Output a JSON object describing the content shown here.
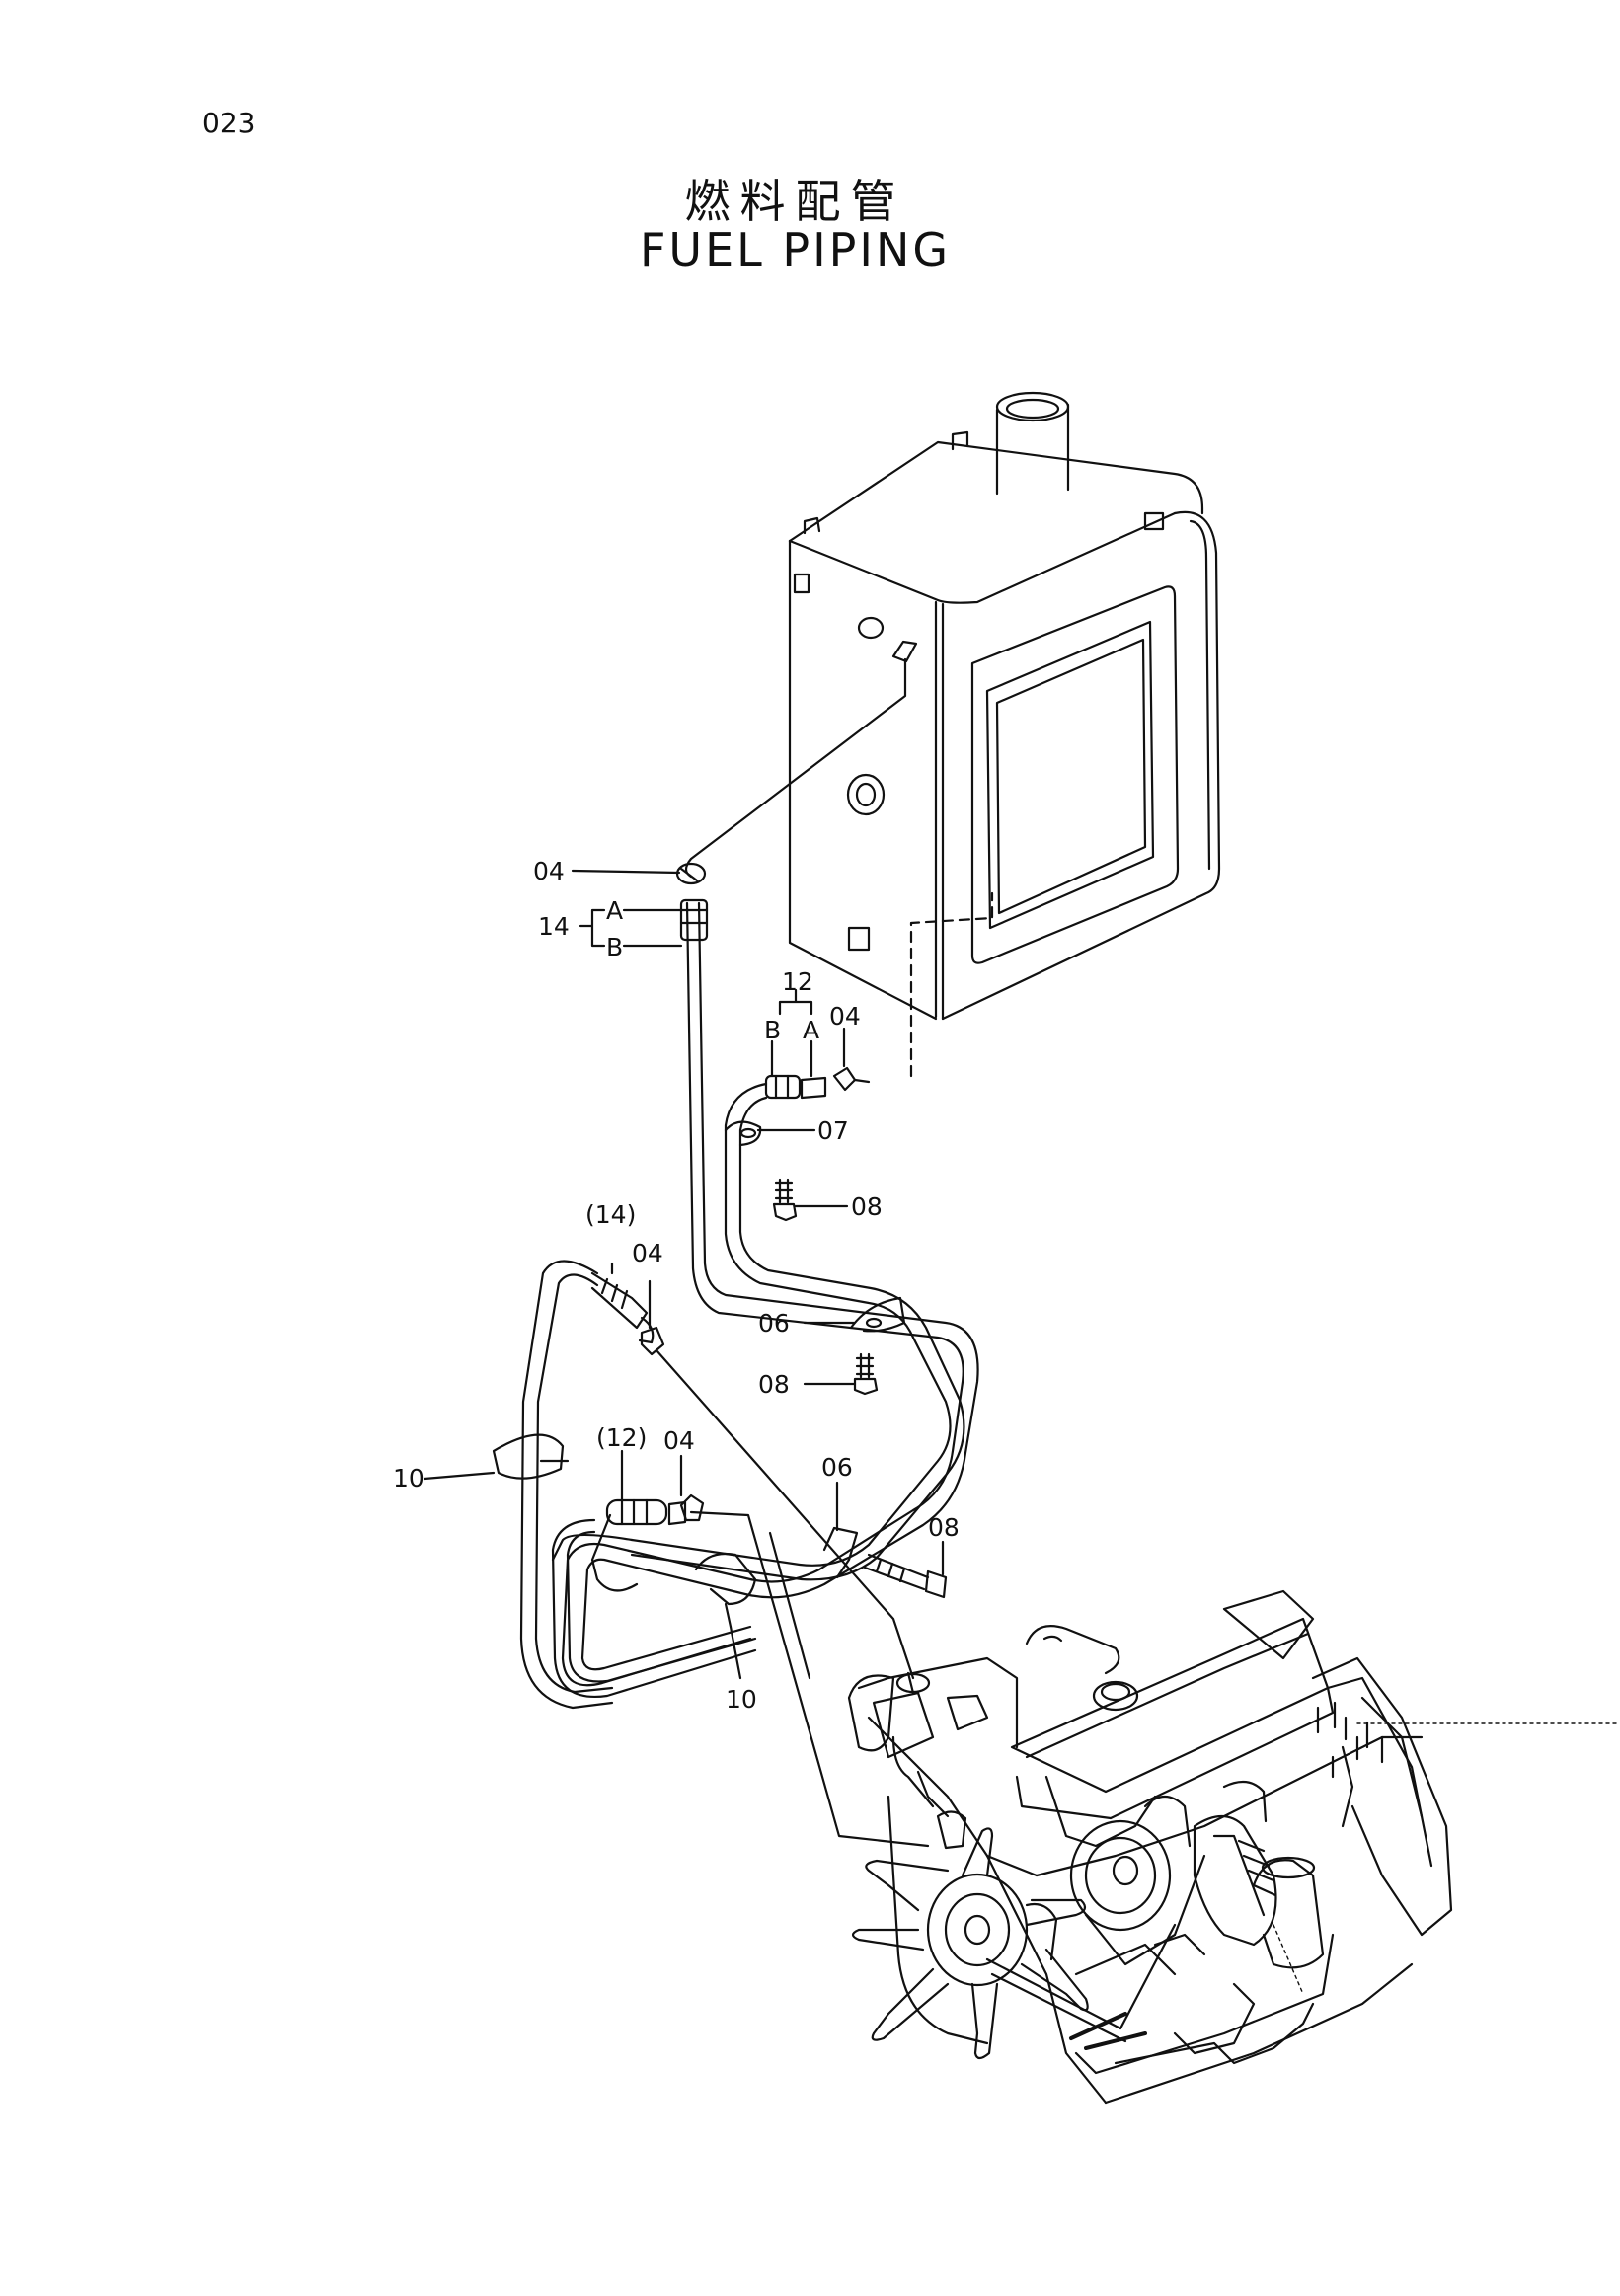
{
  "page": {
    "number": "023",
    "title_jp": "燃料配管",
    "title_en": "FUEL PIPING"
  },
  "callouts": {
    "c04a": "04",
    "c14": "14",
    "c14a": "A",
    "c14b": "B",
    "c12": "12",
    "c12b": "B",
    "c12a": "A",
    "c04b": "04",
    "c07": "07",
    "c08a": "08",
    "c14p": "(14)",
    "c04c": "04",
    "c06a": "06",
    "c08b": "08",
    "c12p": "(12)",
    "c04d": "04",
    "c10a": "10",
    "c06b": "06",
    "c08c": "08",
    "c10b": "10"
  }
}
